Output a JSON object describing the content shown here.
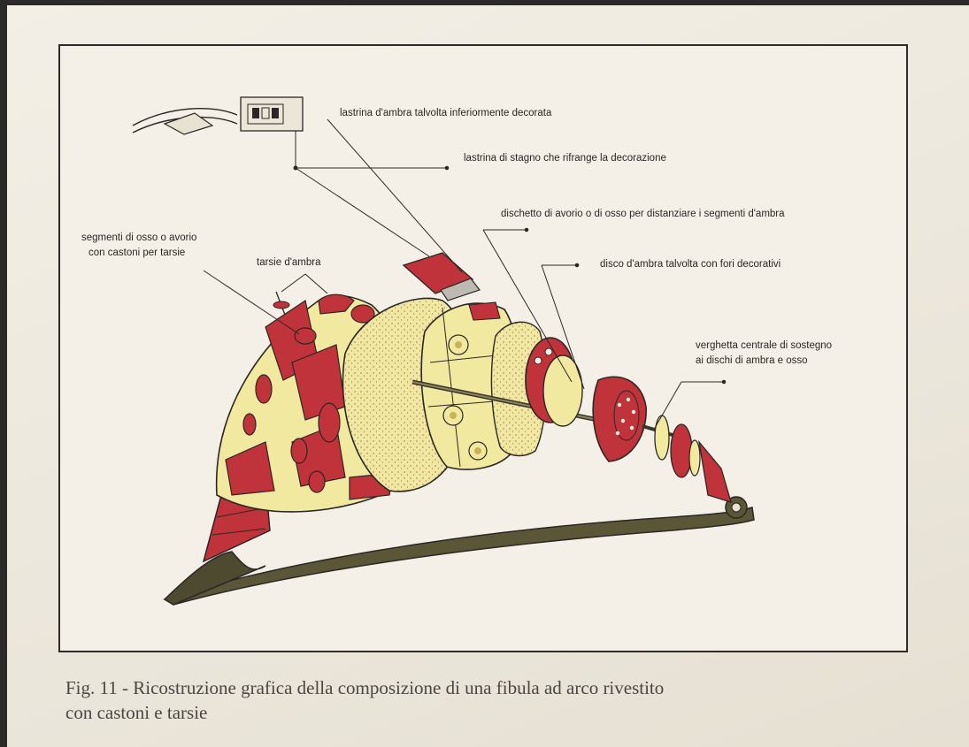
{
  "labels": {
    "lastrina_ambra": "lastrina d'ambra talvolta inferiormente decorata",
    "lastrina_stagno": "lastrina di stagno che rifrange la decorazione",
    "dischetto_avorio": "dischetto di avorio o di osso per distanziare i segmenti d'ambra",
    "segmenti_osso_1": "segmenti di osso o avorio",
    "segmenti_osso_2": "con castoni per tarsie",
    "tarsie_ambra": "tarsie d'ambra",
    "disco_ambra": "disco d'ambra talvolta con fori decorativi",
    "verghetta_1": "verghetta centrale di sostegno",
    "verghetta_2": "ai dischi di ambra e osso"
  },
  "caption": {
    "line1": "Fig. 11 - Ricostruzione grafica della composizione di una fibula ad arco rivestito",
    "line2": "con castoni e tarsie"
  },
  "colors": {
    "red": "#c1333a",
    "cream": "#f2e9a0",
    "bronze": "#5b5638",
    "ink": "#2b2725"
  }
}
